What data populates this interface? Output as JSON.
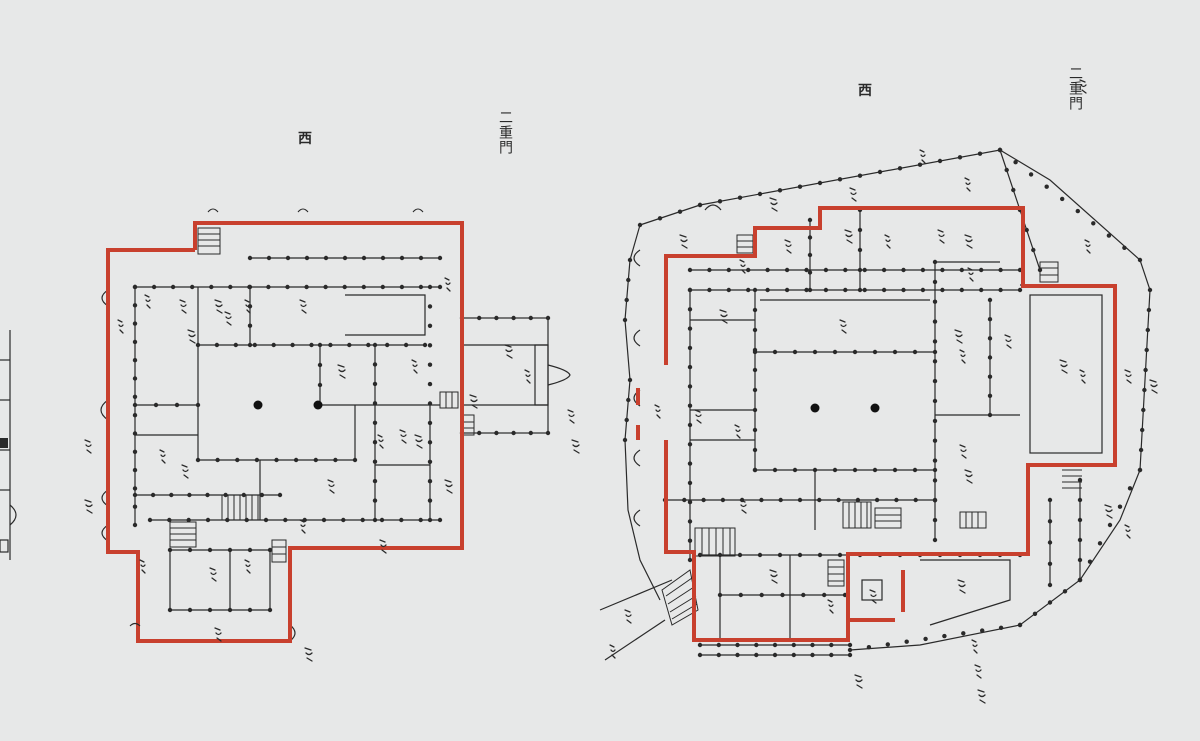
{
  "left_plan": {
    "direction_mark": "西",
    "gate_label": "二重門"
  },
  "right_plan": {
    "direction_mark": "西",
    "gate_label": "二重門"
  },
  "colors": {
    "background": "#e7e8e8",
    "ink": "#2a2a2a",
    "highlight": "#c8402e"
  }
}
